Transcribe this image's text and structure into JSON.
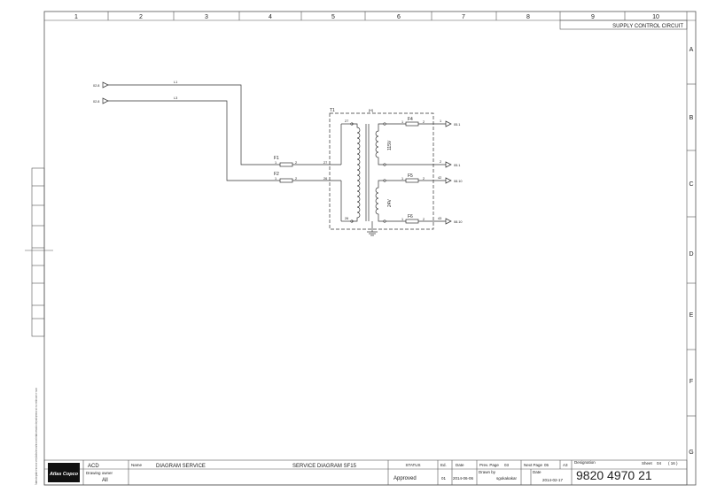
{
  "sheet": {
    "col_numbers": [
      "1",
      "2",
      "3",
      "4",
      "5",
      "6",
      "7",
      "8",
      "9",
      "10"
    ],
    "row_letters": [
      "A",
      "B",
      "C",
      "D",
      "E",
      "F",
      "G"
    ],
    "title": "SUPPLY CONTROL CIRCUIT",
    "side_note": "This document or drawing and all the information therein are the property of Atlas Copco Airpower n.v. and must not be copied, reproduced, or communicated to a third party or used for any purpose other than for which it is supplied, without our prior written consent."
  },
  "diagram": {
    "inputs": [
      {
        "ref": "02.8",
        "line": "L1"
      },
      {
        "ref": "02.8",
        "line": "L3"
      }
    ],
    "fuses_primary": [
      {
        "name": "F1",
        "pin_a": "1",
        "pin_b": "2"
      },
      {
        "name": "F2",
        "pin_a": "1",
        "pin_b": "2"
      }
    ],
    "transformer": {
      "name": "T1",
      "tag": "[H]",
      "primary_top": "27",
      "primary_mid": "27",
      "primary_mid2": "26",
      "primary_bot": "26",
      "secondary_1_voltage": "115V",
      "secondary_2_voltage": "24V"
    },
    "fuses_secondary": [
      {
        "name": "F4",
        "pin_a": "1",
        "pin_b": "2"
      },
      {
        "name": "F5",
        "pin_a": "1",
        "pin_b": "2"
      },
      {
        "name": "F6",
        "pin_a": "1",
        "pin_b": "2"
      }
    ],
    "outputs": [
      {
        "wire": "1",
        "ref": "05.1"
      },
      {
        "wire": "2",
        "ref": "05.1"
      },
      {
        "wire": "42",
        "ref": "08.10"
      },
      {
        "wire": "43",
        "ref": "08.10"
      }
    ]
  },
  "title_block": {
    "company": "Atlas Copco",
    "code": "ACD",
    "name_label": "Name",
    "name": "DIAGRAM SERVICE",
    "subtitle": "SERVICE DIAGRAM SF15",
    "status_label": "STATUS",
    "status": "Approved",
    "ed_label": "Ed.",
    "ed": "01",
    "date_label": "Date",
    "date": "2014-06-06",
    "prev_label": "Prev. Page",
    "prev": "03",
    "next_label": "Next Page",
    "next": "05",
    "format": "A3",
    "drawn_label": "Drawn by",
    "drawn_by": "sgokakakar",
    "date2_label": "Date",
    "date2": "2014-02-17",
    "owner_label": "Drawing owner",
    "owner": "All",
    "designation_label": "Designation",
    "designation": "9820 4970 21",
    "sheet_label": "Sheet",
    "sheet_no": "04",
    "sheet_total": "( 16 )"
  }
}
